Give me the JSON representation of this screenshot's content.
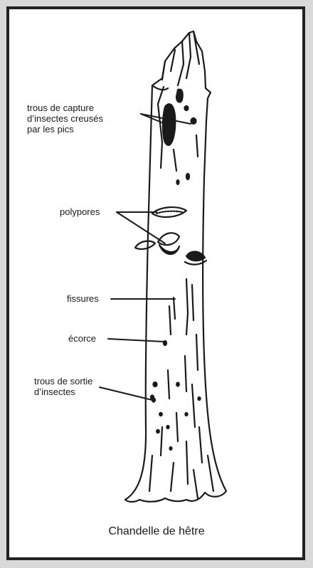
{
  "diagram": {
    "labels": {
      "capture_holes": "trous de capture\nd’insectes creusés\npar les pics",
      "polypores": "polypores",
      "fissures": "fissures",
      "bark": "écorce",
      "exit_holes": "trous de sortie\nd’insectes"
    },
    "caption": "Chandelle de hêtre",
    "colors": {
      "ink": "#1a1a1a",
      "frame": "#222222",
      "background": "#d9d9d9",
      "paper": "#ffffff"
    }
  }
}
